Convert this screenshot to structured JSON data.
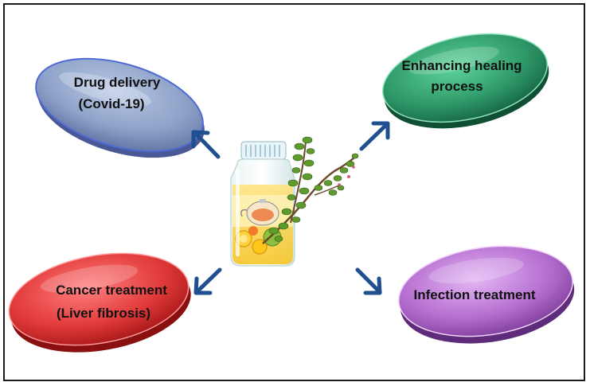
{
  "diagram": {
    "center_image": "herbal-medicine-bottle-with-thyme-sprig",
    "ellipses": [
      {
        "id": "drug",
        "line1": "Drug delivery",
        "line2": "(Covid-19)",
        "color": "#8ea3c9"
      },
      {
        "id": "heal",
        "line1": "Enhancing healing",
        "line2": "process",
        "color": "#2f9a6a"
      },
      {
        "id": "cancer",
        "line1": "Cancer treatment",
        "line2": "(Liver fibrosis)",
        "color": "#e23a3a"
      },
      {
        "id": "infection",
        "line1": "Infection treatment",
        "line2": "",
        "color": "#b66fd0"
      }
    ],
    "arrow_color": "#1f4f8f"
  }
}
